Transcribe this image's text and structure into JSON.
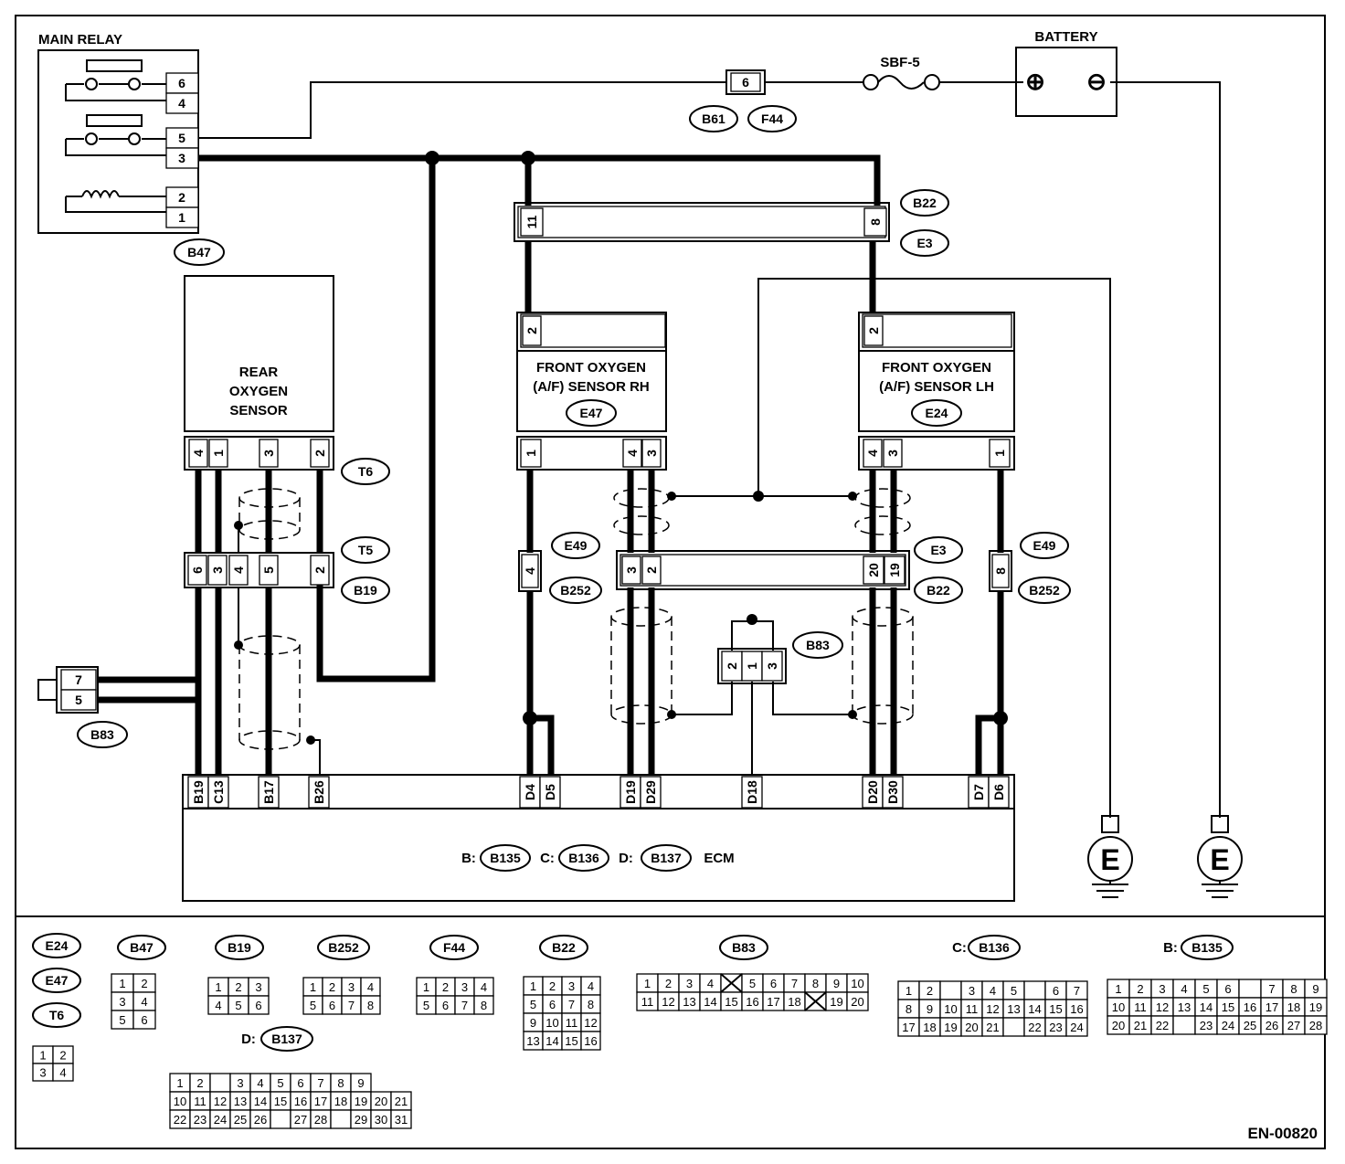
{
  "labels": {
    "main_relay": "MAIN RELAY",
    "battery": "BATTERY",
    "fuse": "SBF-5",
    "rear_sensor": [
      "REAR",
      "OXYGEN",
      "SENSOR"
    ],
    "front_rh": [
      "FRONT OXYGEN",
      "(A/F) SENSOR RH"
    ],
    "front_lh": [
      "FRONT OXYGEN",
      "(A/F) SENSOR LH"
    ],
    "ecm_label": "ECM",
    "ecm_prefix_b": "B:",
    "ecm_prefix_c": "C:",
    "ecm_prefix_d": "D:",
    "battery_plus": "⊕",
    "battery_minus": "⊖",
    "ground": "E",
    "figure_id": "EN-00820"
  },
  "connectors": {
    "b47": "B47",
    "b61": "B61",
    "f44": "F44",
    "b22": "B22",
    "e3": "E3",
    "e47": "E47",
    "e24": "E24",
    "t6": "T6",
    "t5": "T5",
    "b19": "B19",
    "e49": "E49",
    "b252": "B252",
    "b83": "B83",
    "b135": "B135",
    "b136": "B136",
    "b137": "B137"
  },
  "relay_pins": [
    "6",
    "4",
    "5",
    "3",
    "2",
    "1"
  ],
  "fuse_pin": "6",
  "joint_pins": {
    "left": "11",
    "right": "8"
  },
  "rear_top_pins": [
    "4",
    "1",
    "3",
    "2"
  ],
  "rear_mid_pins": [
    "6",
    "3",
    "4",
    "5",
    "2"
  ],
  "rh_top_pin": "2",
  "rh_bottom_pins": [
    "1",
    "4",
    "3"
  ],
  "lh_top_pin": "2",
  "lh_bottom_pins": [
    "4",
    "3",
    "1"
  ],
  "inline_pins": {
    "e49_rh": "4",
    "e3_rh": [
      "3",
      "2"
    ],
    "e3_lh": [
      "20",
      "19"
    ],
    "e49_lh": "8"
  },
  "b83_mid_pins": [
    "2",
    "1",
    "3"
  ],
  "b83_left_pins": [
    "7",
    "5"
  ],
  "ecm_pins": [
    "B19",
    "C13",
    "B17",
    "B26",
    "D4",
    "D5",
    "D19",
    "D29",
    "D18",
    "D20",
    "D30",
    "D7",
    "D6"
  ],
  "legend": {
    "group_e": [
      "E24",
      "E47",
      "T6"
    ],
    "c_prefix": "C:",
    "d_prefix": "D:",
    "b_prefix": "B:"
  }
}
